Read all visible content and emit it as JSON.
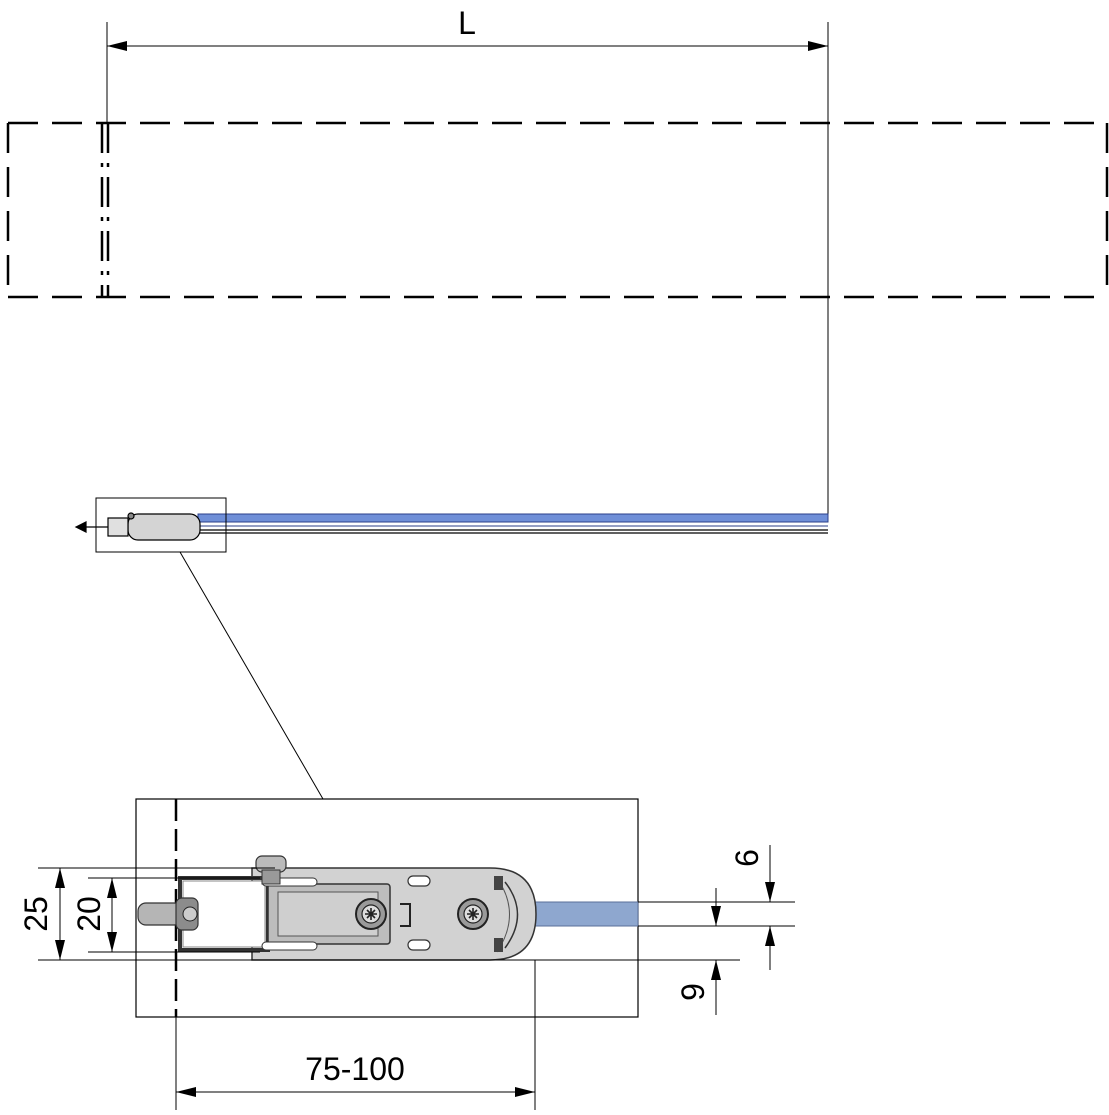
{
  "dimensions": {
    "length_label": "L",
    "width_label": "75-100",
    "outer_height_label": "25",
    "inner_height_label": "20",
    "top_gap_label": "6",
    "bottom_gap_label": "9"
  },
  "colors": {
    "rail_blue": "#6f8fd8",
    "rail_dark": "#2b3f8a",
    "detail_blue": "#8ea7cf",
    "bracket_fill": "#d4d4d4",
    "bracket_dark": "#5a5a5a",
    "line": "#000000"
  },
  "icons": {
    "screw_1": "phillips-screw-icon",
    "screw_2": "phillips-screw-icon"
  }
}
